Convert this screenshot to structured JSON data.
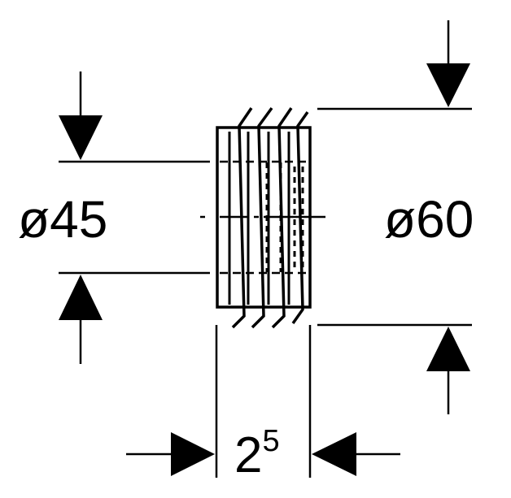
{
  "dimensions": {
    "inner_diameter": {
      "symbol": "ø",
      "value": "45"
    },
    "outer_diameter": {
      "symbol": "ø",
      "value": "60"
    },
    "length": {
      "base": "2",
      "superscript": "5"
    }
  },
  "colors": {
    "stroke": "#000000",
    "background": "#ffffff"
  }
}
